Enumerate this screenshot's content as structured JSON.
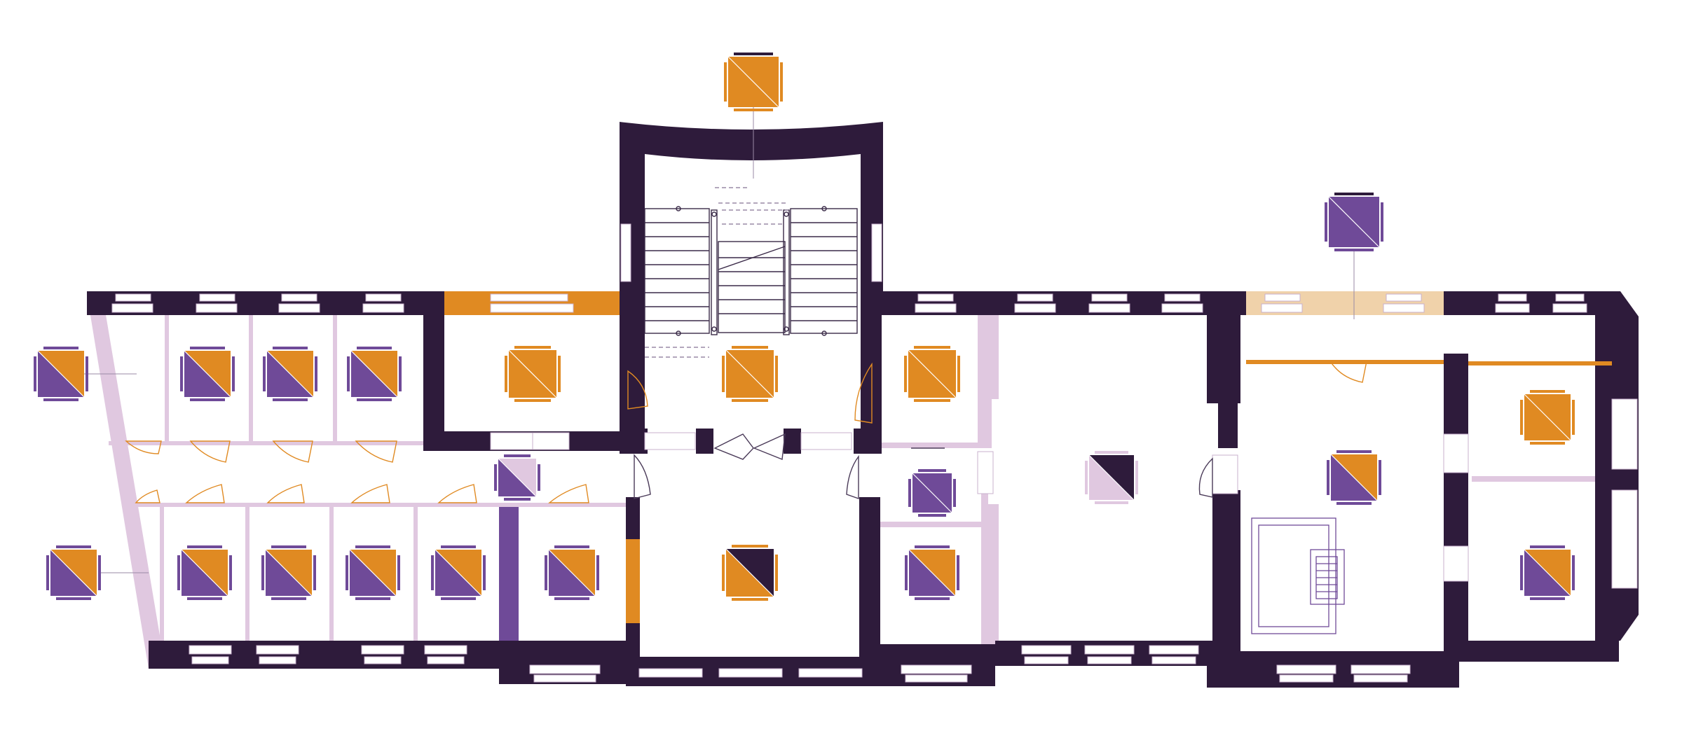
{
  "colors": {
    "wall": "#2e1b3b",
    "orange": "#e08a22",
    "purple": "#6f4a98",
    "lilac": "#e0c8e0",
    "sand": "#f0d2aa",
    "window": "#ffffff",
    "stair_line": "#3a2a48"
  },
  "legend_note": "",
  "markers": [
    {
      "id": "stair-callout",
      "top": "orange",
      "bottom": "orange"
    },
    {
      "id": "east-callout",
      "top": "purple",
      "bottom": "purple"
    },
    {
      "id": "west-upper-callout",
      "top": "orange",
      "bottom": "purple"
    },
    {
      "id": "west-lower-callout",
      "top": "orange",
      "bottom": "purple"
    },
    {
      "id": "cell-1",
      "top": "orange",
      "bottom": "purple"
    },
    {
      "id": "cell-2",
      "top": "orange",
      "bottom": "purple"
    },
    {
      "id": "cell-3",
      "top": "orange",
      "bottom": "purple"
    },
    {
      "id": "room-a",
      "top": "orange",
      "bottom": "orange"
    },
    {
      "id": "stair-hall",
      "top": "orange",
      "bottom": "orange"
    },
    {
      "id": "room-b",
      "top": "orange",
      "bottom": "orange"
    },
    {
      "id": "corridor",
      "top": "lilac",
      "bottom": "purple"
    },
    {
      "id": "hall-node",
      "top": "purple",
      "bottom": "purple"
    },
    {
      "id": "big-room",
      "top": "wall",
      "bottom": "lilac"
    },
    {
      "id": "east-room",
      "top": "orange",
      "bottom": "purple"
    },
    {
      "id": "corner-upper",
      "top": "orange",
      "bottom": "orange"
    },
    {
      "id": "cell-4",
      "top": "orange",
      "bottom": "purple"
    },
    {
      "id": "cell-5",
      "top": "orange",
      "bottom": "purple"
    },
    {
      "id": "cell-6",
      "top": "orange",
      "bottom": "purple"
    },
    {
      "id": "cell-7",
      "top": "orange",
      "bottom": "purple"
    },
    {
      "id": "room-c",
      "top": "orange",
      "bottom": "purple"
    },
    {
      "id": "entrance-hall",
      "top": "wall",
      "bottom": "orange"
    },
    {
      "id": "room-d",
      "top": "orange",
      "bottom": "purple"
    },
    {
      "id": "corner-lower",
      "top": "orange",
      "bottom": "purple"
    }
  ]
}
